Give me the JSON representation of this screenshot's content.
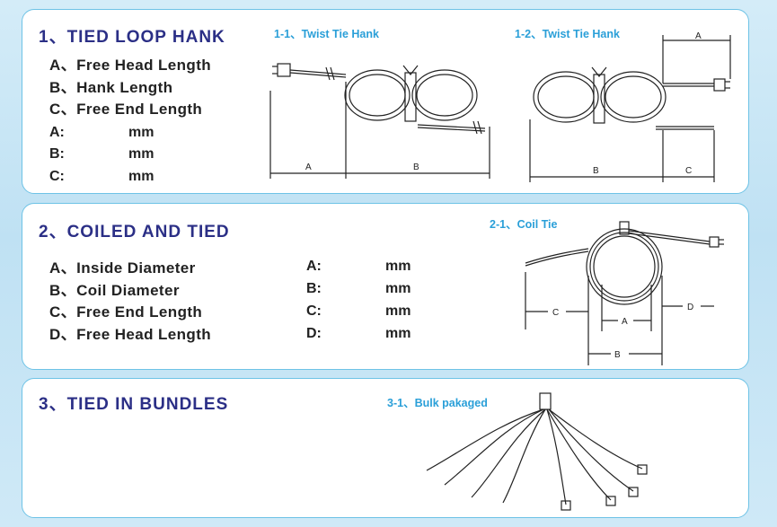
{
  "section1": {
    "title": "1、TIED LOOP HANK",
    "items": [
      "A、Free Head Length",
      "B、Hank Length",
      "C、Free End Length"
    ],
    "fields": [
      {
        "label": "A:",
        "unit": "mm"
      },
      {
        "label": "B:",
        "unit": "mm"
      },
      {
        "label": "C:",
        "unit": "mm"
      }
    ],
    "fig1": {
      "caption": "1-1、Twist Tie Hank",
      "dims": [
        "A",
        "B"
      ]
    },
    "fig2": {
      "caption": "1-2、Twist Tie Hank",
      "dims": [
        "A",
        "B",
        "C"
      ]
    }
  },
  "section2": {
    "title": "2、COILED AND TIED",
    "items": [
      "A、Inside Diameter",
      "B、Coil Diameter",
      "C、Free End Length",
      "D、Free Head Length"
    ],
    "fields": [
      {
        "label": "A:",
        "unit": "mm"
      },
      {
        "label": "B:",
        "unit": "mm"
      },
      {
        "label": "C:",
        "unit": "mm"
      },
      {
        "label": "D:",
        "unit": "mm"
      }
    ],
    "fig": {
      "caption": "2-1、Coil Tie",
      "dims": [
        "C",
        "A",
        "D",
        "B"
      ]
    }
  },
  "section3": {
    "title": "3、TIED IN BUNDLES",
    "fig": {
      "caption": "3-1、Bulk pakaged"
    }
  },
  "colors": {
    "title": "#2b2f86",
    "caption": "#2a9fd8",
    "border": "#6ec3e6"
  }
}
